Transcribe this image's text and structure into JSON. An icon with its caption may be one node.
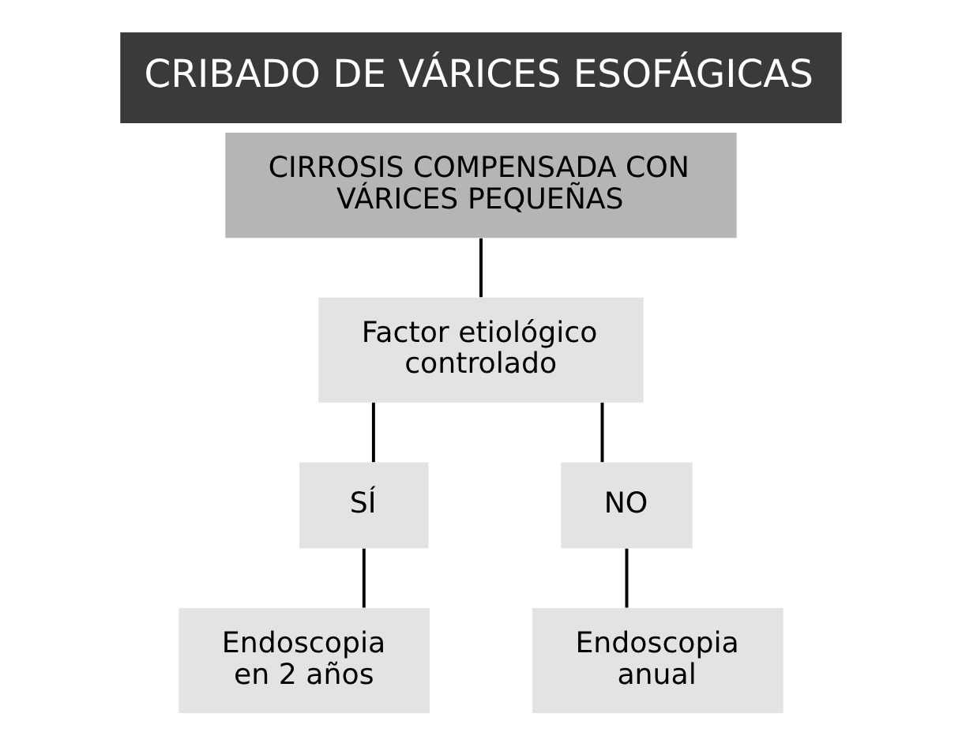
{
  "diagram": {
    "title": "CRIBADO DE VÁRICES ESOFÁGICAS",
    "nodes": [
      {
        "text": [
          "CIRROSIS COMPENSADA CON VÁRICES PEQUEÑAS"
        ]
      },
      {
        "text": [
          "Factor etiológico controlado"
        ]
      },
      {
        "text": [
          "SÍ"
        ]
      },
      {
        "text": [
          "NO"
        ]
      },
      {
        "text": [
          "Endoscopia en 2 años"
        ]
      },
      {
        "text": [
          "Endoscopia anual"
        ]
      }
    ],
    "edges": [
      {
        "from": 0,
        "to": 1,
        "arrow": "none"
      },
      {
        "from": 1,
        "to": 2,
        "arrow": "none"
      },
      {
        "from": 1,
        "to": 3,
        "arrow": "none"
      },
      {
        "from": 2,
        "to": 4,
        "arrow": "none"
      },
      {
        "from": 3,
        "to": 5,
        "arrow": "none"
      }
    ]
  }
}
